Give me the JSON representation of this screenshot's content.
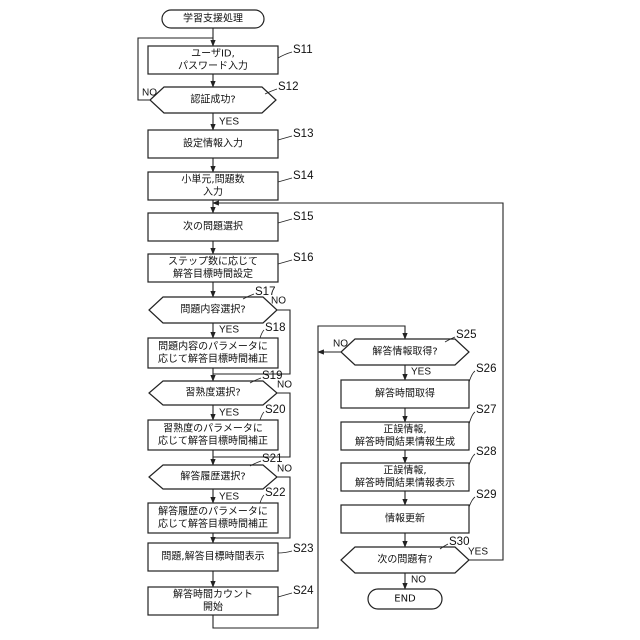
{
  "diagram": {
    "terminals": {
      "start": "学習支援処理",
      "end": "END"
    },
    "steps": {
      "s11": {
        "id": "S11",
        "lines": [
          "ユーザID,",
          "パスワード入力"
        ]
      },
      "s12": {
        "id": "S12",
        "lines": [
          "認証成功?"
        ]
      },
      "s13": {
        "id": "S13",
        "lines": [
          "設定情報入力"
        ]
      },
      "s14": {
        "id": "S14",
        "lines": [
          "小単元,問題数",
          "入力"
        ]
      },
      "s15": {
        "id": "S15",
        "lines": [
          "次の問題選択"
        ]
      },
      "s16": {
        "id": "S16",
        "lines": [
          "ステップ数に応じて",
          "解答目標時間設定"
        ]
      },
      "s17": {
        "id": "S17",
        "lines": [
          "問題内容選択?"
        ]
      },
      "s18": {
        "id": "S18",
        "lines": [
          "問題内容のパラメータに",
          "応じて解答目標時間補正"
        ]
      },
      "s19": {
        "id": "S19",
        "lines": [
          "習熟度選択?"
        ]
      },
      "s20": {
        "id": "S20",
        "lines": [
          "習熟度のパラメータに",
          "応じて解答目標時間補正"
        ]
      },
      "s21": {
        "id": "S21",
        "lines": [
          "解答履歴選択?"
        ]
      },
      "s22": {
        "id": "S22",
        "lines": [
          "解答履歴のパラメータに",
          "応じて解答目標時間補正"
        ]
      },
      "s23": {
        "id": "S23",
        "lines": [
          "問題,解答目標時間表示"
        ]
      },
      "s24": {
        "id": "S24",
        "lines": [
          "解答時間カウント",
          "開始"
        ]
      },
      "s25": {
        "id": "S25",
        "lines": [
          "解答情報取得?"
        ]
      },
      "s26": {
        "id": "S26",
        "lines": [
          "解答時間取得"
        ]
      },
      "s27": {
        "id": "S27",
        "lines": [
          "正誤情報,",
          "解答時間結果情報生成"
        ]
      },
      "s28": {
        "id": "S28",
        "lines": [
          "正誤情報,",
          "解答時間結果情報表示"
        ]
      },
      "s29": {
        "id": "S29",
        "lines": [
          "情報更新"
        ]
      },
      "s30": {
        "id": "S30",
        "lines": [
          "次の問題有?"
        ]
      }
    },
    "branch_labels": {
      "yes": "YES",
      "no": "NO"
    }
  }
}
